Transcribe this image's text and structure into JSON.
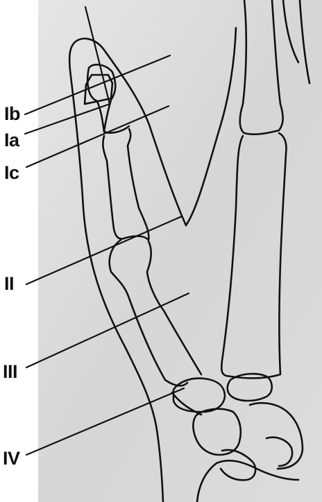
{
  "figure": {
    "labels": {
      "Ib": "Ib",
      "Ia": "Ia",
      "Ic": "Ic",
      "II": "II",
      "III": "III",
      "IV": "IV"
    }
  },
  "colors": {
    "background": "#d9d9d9",
    "line": "#111111"
  }
}
